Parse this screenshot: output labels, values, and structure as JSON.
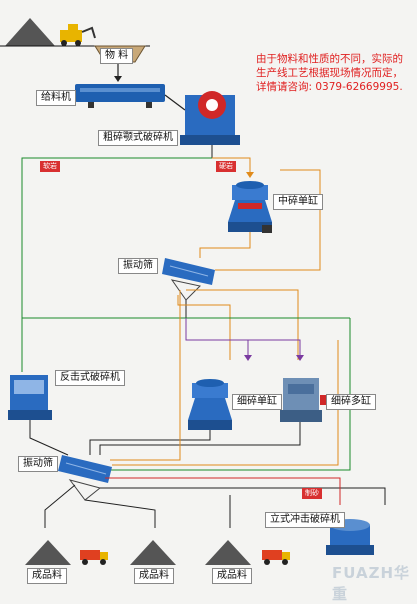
{
  "labels": {
    "material": "物 料",
    "vibrating_feeder": "给料机",
    "jaw_crusher": "粗碎颚式破碎机",
    "medium_cone": "中碎单缸",
    "screen_1": "振动筛",
    "impact_crusher": "反击式破碎机",
    "fine_cone_single": "细碎单缸",
    "fine_cone_multi": "细碎多缸",
    "screen_2": "振动筛",
    "vsi_crusher": "立式冲击破碎机",
    "product": "成品料"
  },
  "tags": {
    "soft_rock": "软岩",
    "hard_rock": "硬岩",
    "sand_making": "制砂"
  },
  "notice": {
    "line1": "由于物料和性质的不同，实际的",
    "line2": "生产线工艺根据现场情况而定，",
    "line3": "详情请咨询: 0379-62669995."
  },
  "watermark": "FUAZH华重",
  "colors": {
    "machine_blue": "#2a6bc0",
    "soft_rock_line": "#1a8a2a",
    "hard_rock_line": "#e08a1a",
    "fine_line": "#7a3aa0",
    "tag_red": "#d83030",
    "notice_red": "#e02020"
  }
}
